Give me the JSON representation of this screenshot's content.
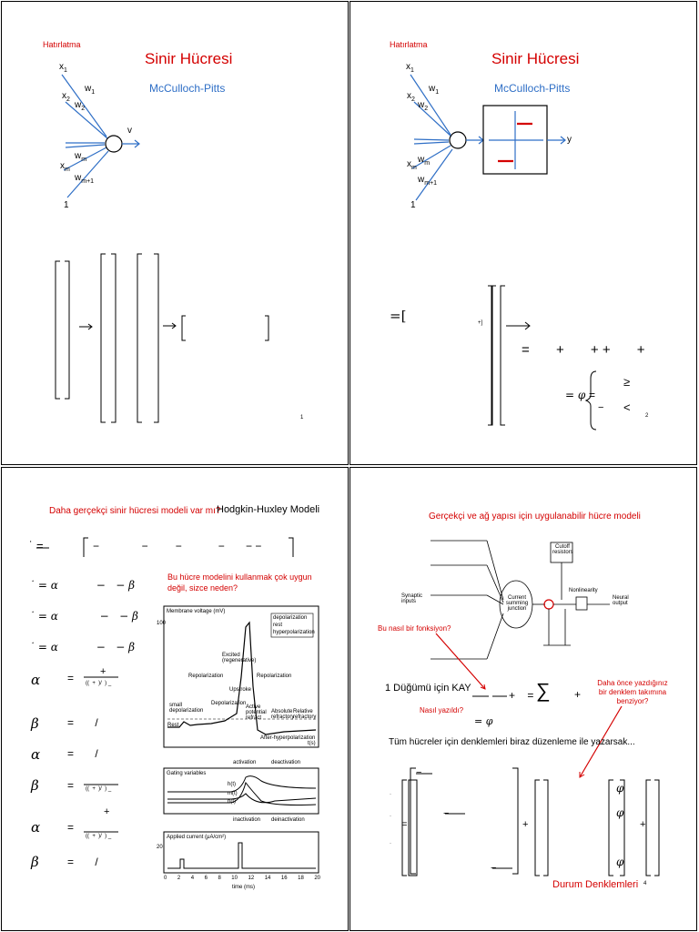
{
  "slide1": {
    "hatirlatma": "Hatırlatma",
    "title": "Sinir Hücresi",
    "subtitle": "McCulloch-Pitts",
    "inputs": [
      "x",
      "x",
      "x",
      "1"
    ],
    "input_subs": [
      "1",
      "2",
      "m",
      ""
    ],
    "weights": [
      "w",
      "w",
      "w",
      "w"
    ],
    "weight_subs": [
      "1",
      "2",
      "m",
      "m+1"
    ],
    "output": "v",
    "page_no": "1"
  },
  "slide2": {
    "hatirlatma": "Hatırlatma",
    "title": "Sinir Hücresi",
    "subtitle": "McCulloch-Pitts",
    "inputs": [
      "x",
      "x",
      "x",
      "1"
    ],
    "input_subs": [
      "1",
      "2",
      "m",
      ""
    ],
    "weights": [
      "w",
      "w",
      "w",
      "w"
    ],
    "weight_subs": [
      "1",
      "2",
      "m",
      "m+1"
    ],
    "output": "y",
    "eq_ops": [
      "=",
      "+",
      "+ +",
      "+"
    ],
    "phi": "= φ",
    "phi_eq": "=",
    "cond_ge": "≥",
    "cond_lt": "<",
    "minus": "−",
    "page_no": "2"
  },
  "slide3": {
    "question": "Daha gerçekçi sinir hücresi modeli var mı?",
    "model": "Hodgkin-Huxley Modeli",
    "note": "Bu hücre modelini kullanmak çok uygun değil, sizce neden?",
    "alpha": "α",
    "beta": "β",
    "eq_alpha": "= α",
    "eq_minus_beta": "− β",
    "plot1": {
      "title": "Membrane voltage (mV)",
      "ytick_top": "100",
      "labels": [
        "Excited (regenerative)",
        "Repolarization",
        "Upstroke",
        "Depolarization",
        "small depolarization",
        "Rest",
        "Active potential refract",
        "Absolute refractory",
        "Relative refractory",
        "After-hyperpolarization"
      ],
      "legend": [
        "depolarization",
        "rest",
        "hyperpolarization"
      ],
      "xunit": "t(s)"
    },
    "plot2": {
      "title": "Gating variables",
      "labels": [
        "activation",
        "deactivation",
        "inactivation",
        "deinactivation"
      ],
      "curves": [
        "h(t)",
        "m(t)",
        "n(t)"
      ]
    },
    "plot3": {
      "title": "Applied current (μA/cm²)",
      "ytick": "20",
      "xlabel": "time (ms)",
      "xticks": [
        "0",
        "2",
        "4",
        "6",
        "8",
        "10",
        "12",
        "14",
        "16",
        "18",
        "20"
      ]
    }
  },
  "slide4": {
    "title": "Gerçekçi ve ağ yapısı için uygulanabilir hücre modeli",
    "q1": "Bu nasıl bir fonksiyon?",
    "q2": "Nasıl yazıldı?",
    "kay": "1 Düğümü için KAY",
    "sum": "∑",
    "prev": "Daha önce yazdığınız bir denklem takımına benziyor?",
    "all": "Tüm hücreler için denklemleri biraz düzenleme ile yazarsak...",
    "state": "Durum Denklemleri",
    "phi": "φ",
    "eq_phi": "= φ",
    "diagram": {
      "synaptic": "Synaptic inputs",
      "summing": "Current summing junction",
      "cutoff": "Cutoff resistors",
      "nonlin": "Nonlinearity",
      "neural": "Neural output"
    },
    "page_no": "4"
  }
}
